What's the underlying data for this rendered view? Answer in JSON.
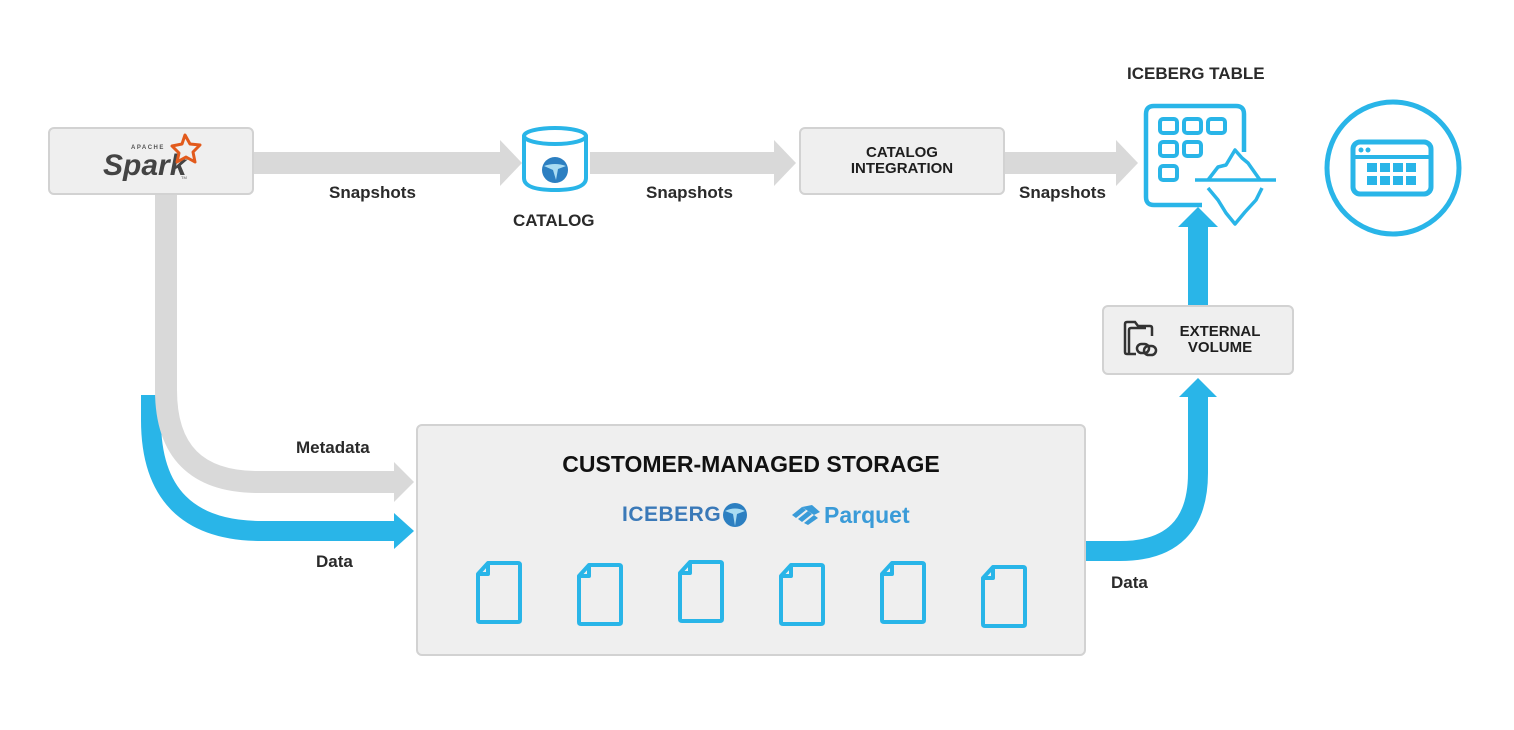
{
  "nodes": {
    "spark": {
      "logo_small_text": "APACHE",
      "logo_text": "Spark",
      "tm": "TM"
    },
    "catalog": {
      "label": "CATALOG"
    },
    "catalog_integration": {
      "line1": "CATALOG",
      "line2": "INTEGRATION"
    },
    "iceberg_table": {
      "title": "ICEBERG TABLE"
    },
    "external_volume": {
      "line1": "EXTERNAL",
      "line2": "VOLUME"
    },
    "storage": {
      "title": "CUSTOMER-MANAGED STORAGE",
      "formats": [
        {
          "name": "ICEBERG",
          "icon": "iceberg-globe-icon"
        },
        {
          "name": "Parquet",
          "icon": "parquet-tiles-icon"
        }
      ],
      "file_count": 6
    }
  },
  "edges": {
    "spark_to_catalog": "Snapshots",
    "catalog_to_integration": "Snapshots",
    "integration_to_table": "Snapshots",
    "spark_to_storage_metadata": "Metadata",
    "spark_to_storage_data": "Data",
    "storage_to_volume": "Data"
  },
  "colors": {
    "accent_blue": "#29b5e8",
    "arrow_gray": "#d9d9d9",
    "box_fill": "#efefef",
    "box_border": "#d2d2d2",
    "spark_orange": "#e25a1c",
    "text_dark": "#222222"
  }
}
